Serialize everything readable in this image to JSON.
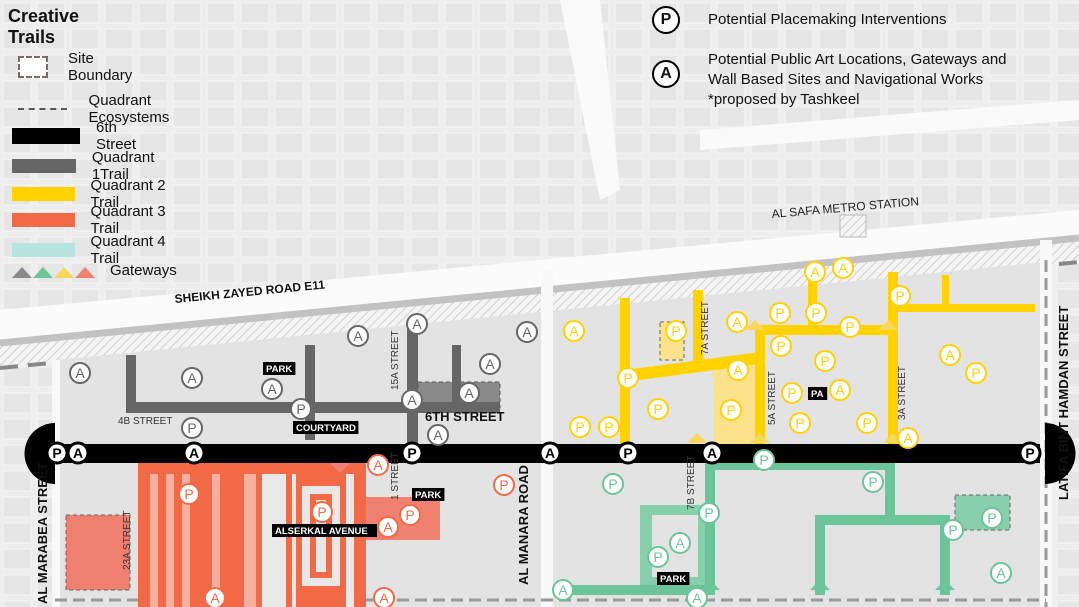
{
  "legend": {
    "title": "Creative Trails",
    "items": [
      {
        "label": "Site Boundary"
      },
      {
        "label": "Quadrant Ecosystems"
      },
      {
        "label": "6th Street",
        "color": "#000000"
      },
      {
        "label": "Quadrant 1Trail",
        "color": "#666666"
      },
      {
        "label": "Quadrant 2 Trail",
        "color": "#FFD200"
      },
      {
        "label": "Quadrant 3 Trail",
        "color": "#F26A45"
      },
      {
        "label": "Quadrant 4 Trail",
        "color": "#B8E4E0"
      },
      {
        "label": "Gateways",
        "colors": [
          "#8a8a8a",
          "#6CC49A",
          "#F7D85A",
          "#F08070"
        ]
      }
    ]
  },
  "key": {
    "p_symbol": "P",
    "p_label": "Potential Placemaking Interventions",
    "a_symbol": "A",
    "a_label_1": "Potential Public Art Locations, Gateways and",
    "a_label_2": "Wall Based Sites and Navigational Works",
    "a_label_3": "*proposed by Tashkeel"
  },
  "streets": {
    "sheikh_zayed": "SHEIKH ZAYED ROAD E11",
    "metro": "AL SAFA METRO STATION",
    "al_marabea": "AL MARABEA STREET",
    "al_manara": "AL MANARA ROAD",
    "latifa": "LATIFA BINT HAMDAN STREET",
    "sixth": "6TH STREET",
    "s4b": "4B STREET",
    "s15a": "15A STREET",
    "s7a": "7A STREET",
    "s5a": "5A STREET",
    "s3a": "3A STREET",
    "s7b": "7B STREET",
    "s23a": "23A STREET",
    "s1": "1 STREET"
  },
  "places": {
    "park": "PARK",
    "park_short": "PA",
    "courtyard": "COURTYARD",
    "alserkal": "ALSERKAL AVENUE"
  },
  "colors": {
    "q1": "#666666",
    "q2": "#FFD200",
    "q3": "#F26A45",
    "q4": "#6CC49A",
    "street": "#000000"
  }
}
